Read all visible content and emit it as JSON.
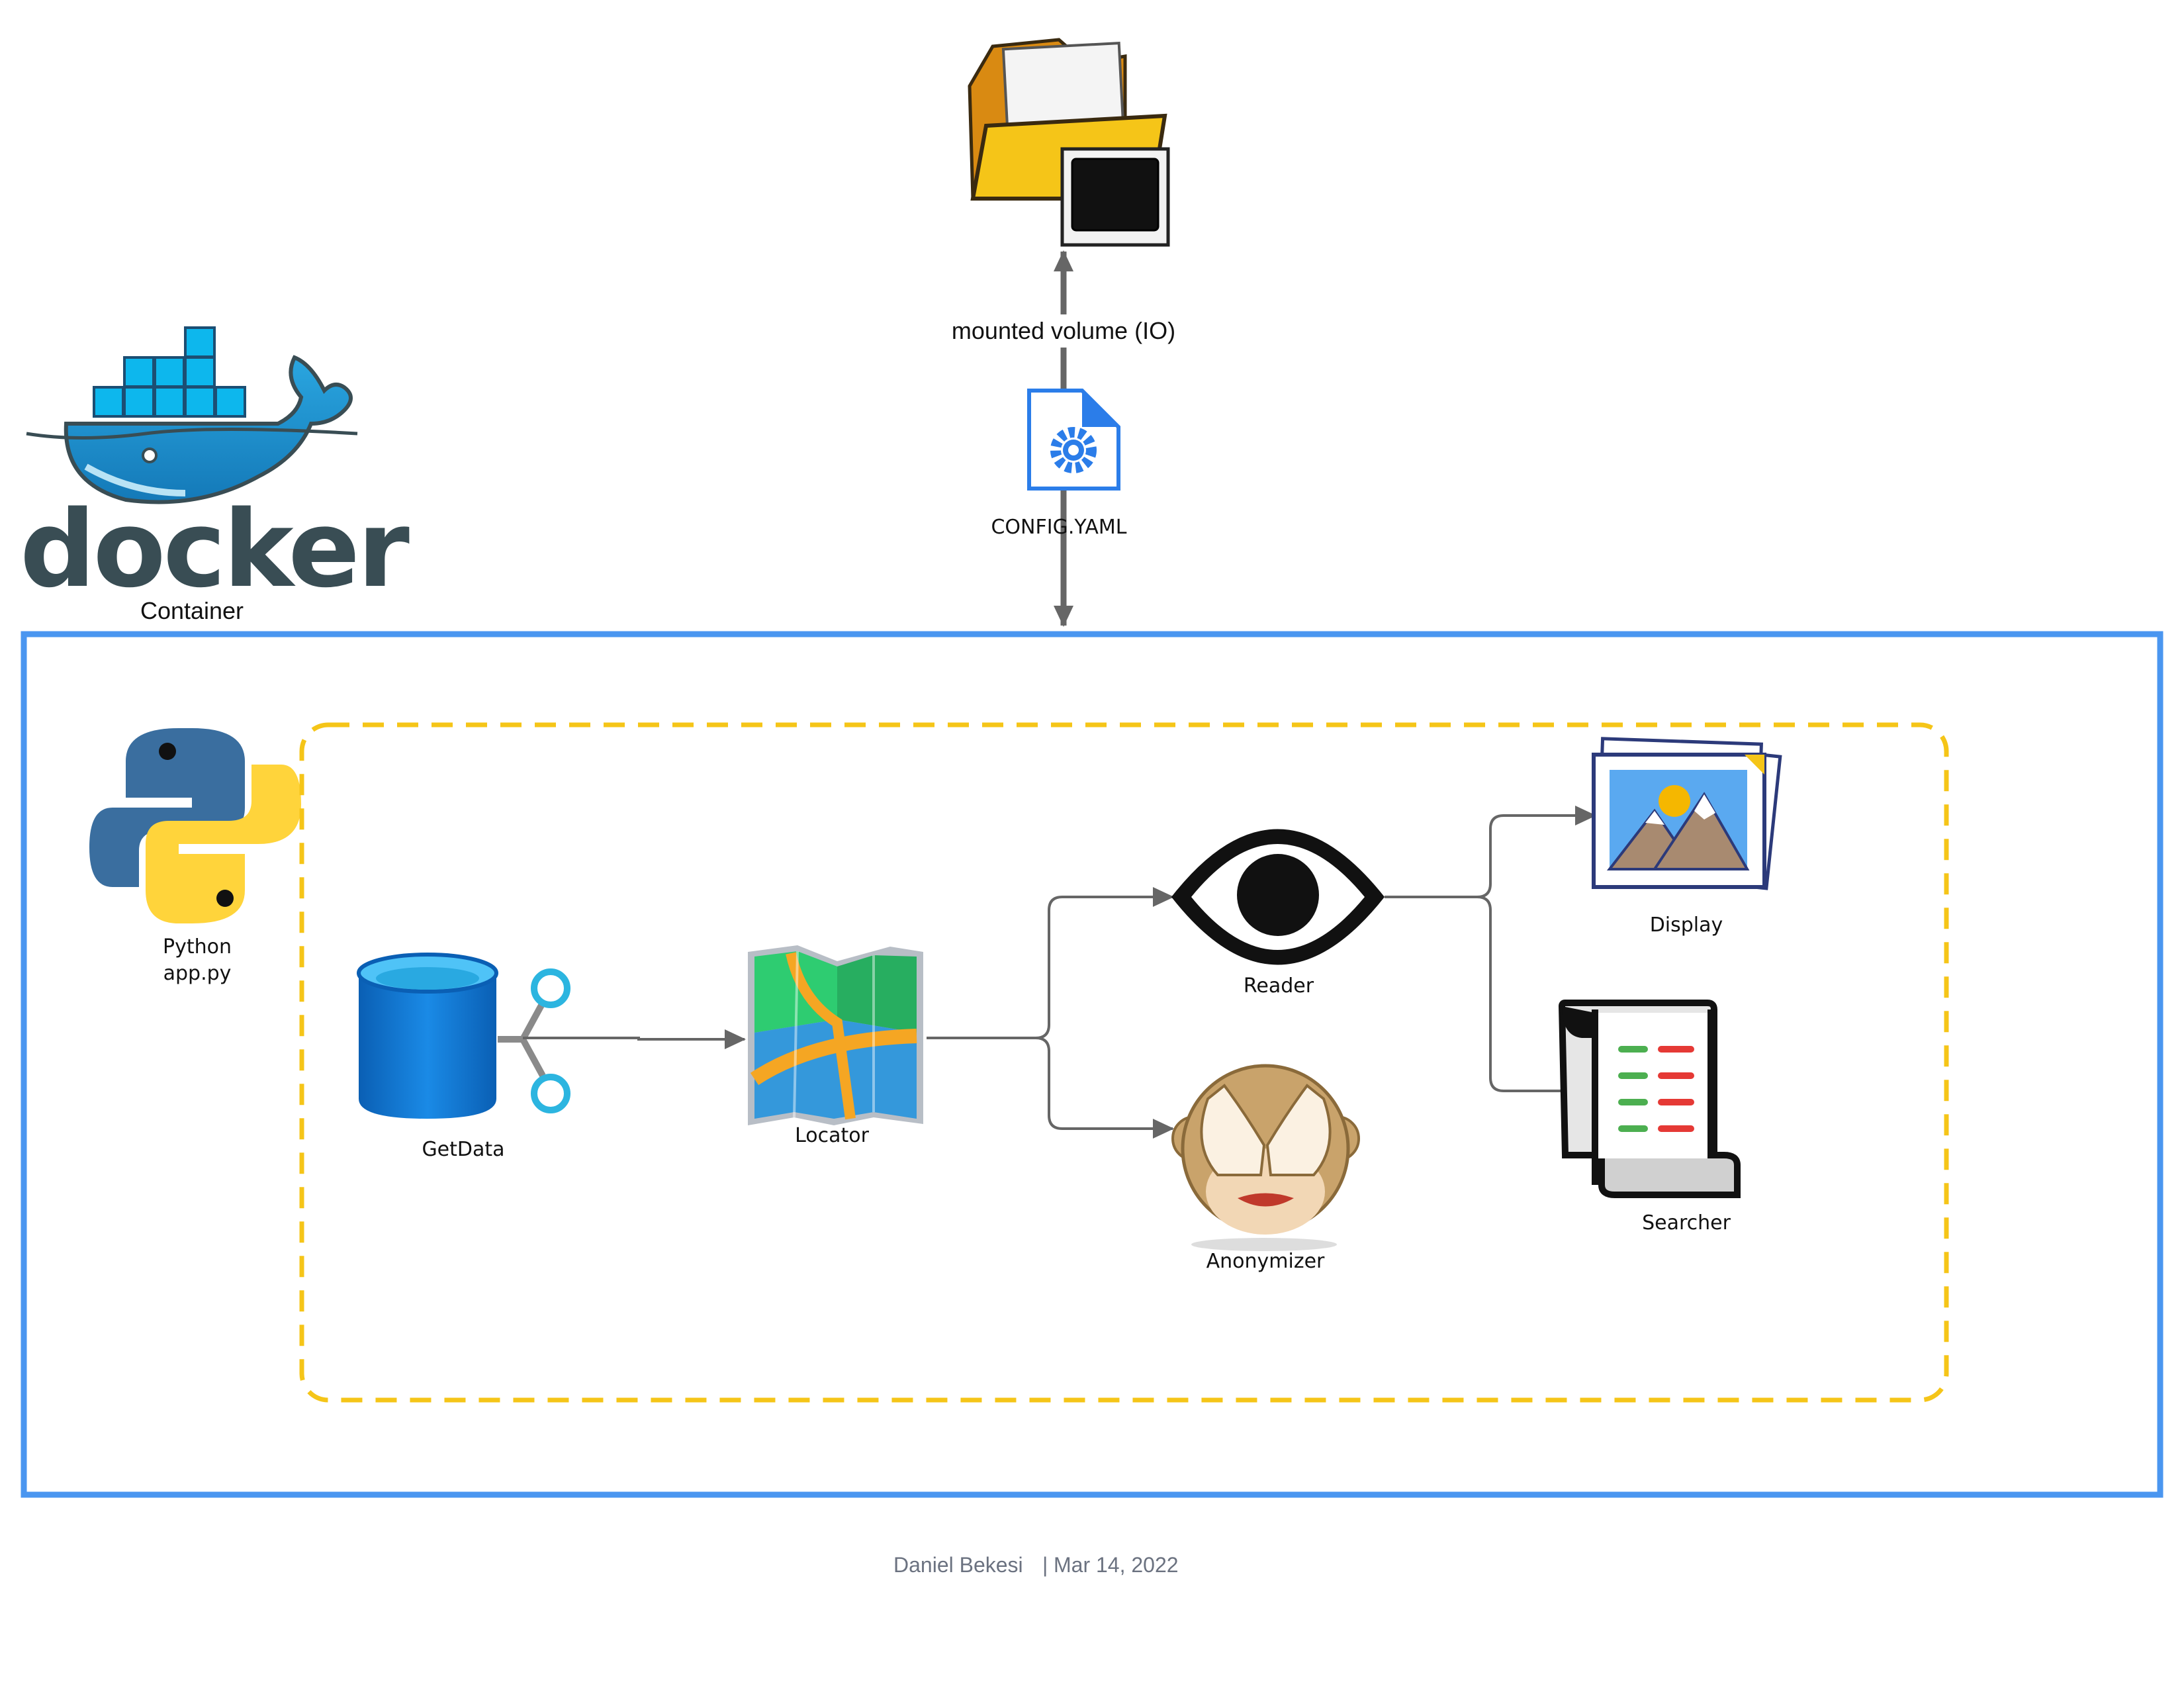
{
  "docker": {
    "wordmark": "docker",
    "caption": "Container"
  },
  "io": {
    "volume_label": "mounted volume (IO)",
    "config_label": "CONFIG.YAML"
  },
  "python": {
    "line1": "Python",
    "line2": "app.py"
  },
  "nodes": {
    "getdata": "GetData",
    "locator": "Locator",
    "reader": "Reader",
    "anonymizer": "Anonymizer",
    "display": "Display",
    "searcher": "Searcher"
  },
  "footer": {
    "author": "Daniel Bekesi",
    "separator": "|",
    "date": "Mar 14, 2022"
  },
  "colors": {
    "container_border": "#4A96F0",
    "group_border": "#F5C518",
    "edge": "#666666",
    "docker_blue": "#2496ED",
    "python_blue": "#3A6E9F",
    "python_yellow": "#FFD43B"
  }
}
